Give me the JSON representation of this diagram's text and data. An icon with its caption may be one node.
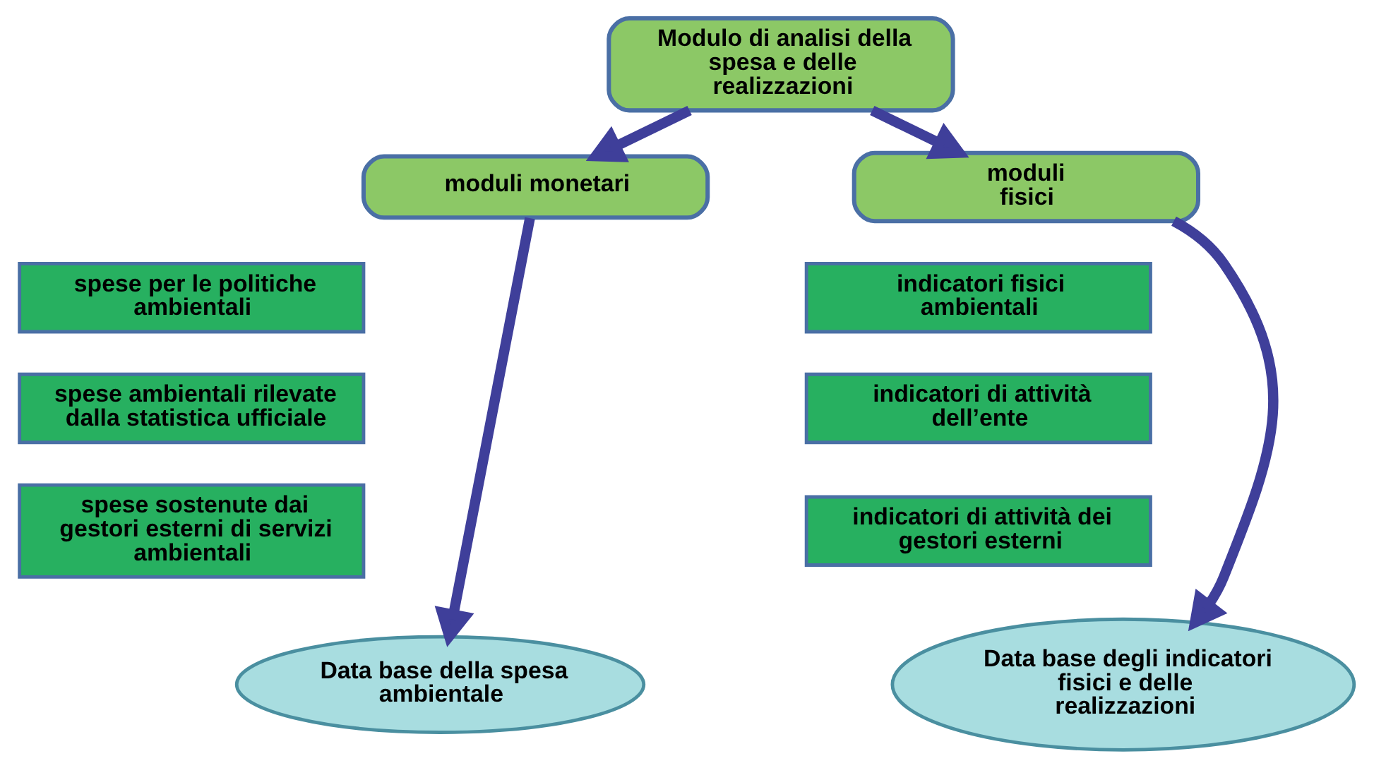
{
  "diagram": {
    "nodes": [
      {
        "text": [
          "Modulo di analisi della spesa e delle realizzazioni"
        ]
      },
      {
        "text": [
          "moduli monetari"
        ]
      },
      {
        "text": [
          "moduli fisici"
        ]
      },
      {
        "text": [
          "spese per le politiche ambientali"
        ]
      },
      {
        "text": [
          "spese ambientali rilevate dalla statistica ufficiale"
        ]
      },
      {
        "text": [
          "spese sostenute dai gestori esterni di servizi ambientali"
        ]
      },
      {
        "text": [
          "indicatori fisici ambientali"
        ]
      },
      {
        "text": [
          "indicatori di attività dell’ente"
        ]
      },
      {
        "text": [
          "indicatori di attività dei gestori esterni"
        ]
      },
      {
        "text": [
          "Data base della spesa ambientale"
        ]
      },
      {
        "text": [
          "Data base degli indicatori fisici e delle realizzazioni"
        ]
      }
    ],
    "edges": [
      {
        "from": 0,
        "to": 1,
        "arrow": "to"
      },
      {
        "from": 0,
        "to": 2,
        "arrow": "to"
      },
      {
        "from": 1,
        "to": 9,
        "arrow": "to"
      },
      {
        "from": 2,
        "to": 10,
        "arrow": "to"
      }
    ]
  }
}
